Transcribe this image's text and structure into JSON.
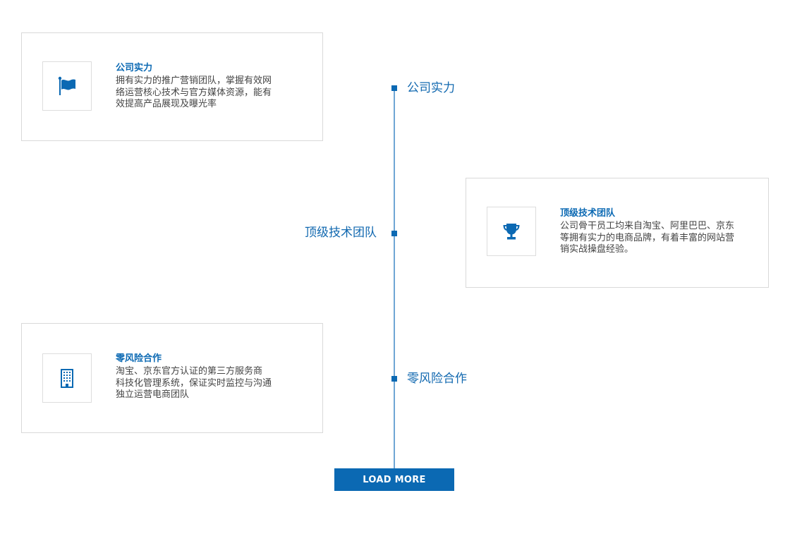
{
  "cards": [
    {
      "title": "公司实力",
      "desc": "拥有实力的推广营销团队，掌握有效网\n络运营核心技术与官方媒体资源，能有\n效提高产品展现及曝光率",
      "icon": "flag-icon"
    },
    {
      "title": "顶级技术团队",
      "desc": "公司骨干员工均来自淘宝、阿里巴巴、京东\n等拥有实力的电商品牌，有着丰富的网站营\n销实战操盘经验。",
      "icon": "trophy-icon"
    },
    {
      "title": "零风险合作",
      "desc": "淘宝、京东官方认证的第三方服务商\n科技化管理系统，保证实时监控与沟通\n独立运营电商团队",
      "icon": "building-icon"
    }
  ],
  "timeline": {
    "labels": [
      "公司实力",
      "顶级技术团队",
      "零风险合作"
    ]
  },
  "load_more": {
    "label": "LOAD MORE"
  },
  "colors": {
    "accent": "#0b69b3",
    "line": "#6fa6d4",
    "border": "#d9d9d9"
  }
}
